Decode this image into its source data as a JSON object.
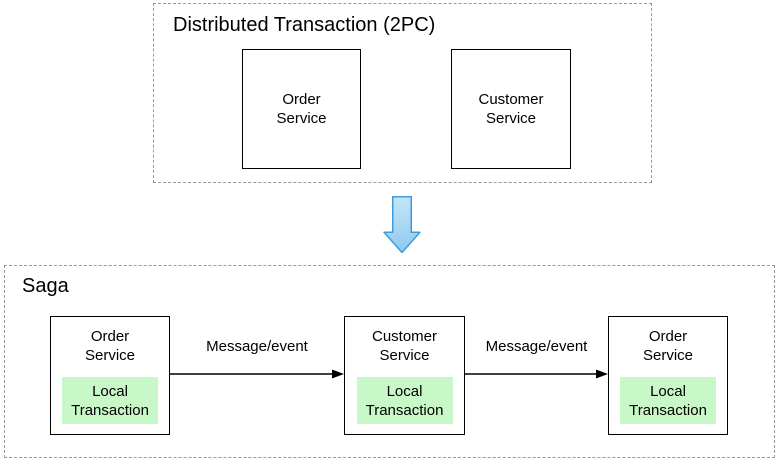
{
  "top_section": {
    "title": "Distributed Transaction (2PC)",
    "nodes": [
      {
        "label": "Order\nService"
      },
      {
        "label": "Customer\nService"
      }
    ]
  },
  "transition": {
    "icon": "down-arrow"
  },
  "bottom_section": {
    "title": "Saga",
    "nodes": [
      {
        "label": "Order\nService",
        "inner_label": "Local\nTransaction"
      },
      {
        "label": "Customer\nService",
        "inner_label": "Local\nTransaction"
      },
      {
        "label": "Order\nService",
        "inner_label": "Local\nTransaction"
      }
    ],
    "edges": [
      {
        "label": "Message/event"
      },
      {
        "label": "Message/event"
      }
    ]
  },
  "colors": {
    "background": "#FFFFFF",
    "text": "#000000",
    "dashed_border": "#999999",
    "node_border": "#000000",
    "local_transaction_fill": "#C8F7C8",
    "down_arrow_fill_light": "#C5E6F8",
    "down_arrow_fill_dark": "#8FC9EE",
    "down_arrow_stroke": "#3D9DDB"
  }
}
